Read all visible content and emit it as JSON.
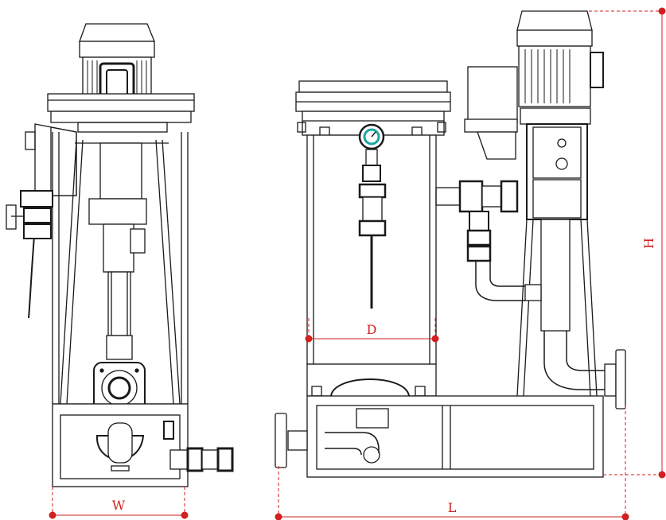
{
  "dimensions": {
    "width_label": "W",
    "depth_label": "D",
    "length_label": "L",
    "height_label": "H"
  },
  "colors": {
    "line": "#1a1a1a",
    "dimension": "#d21f1f",
    "gauge": "#1aa6a0",
    "background": "#ffffff"
  },
  "views": [
    "side-view",
    "front-view"
  ]
}
